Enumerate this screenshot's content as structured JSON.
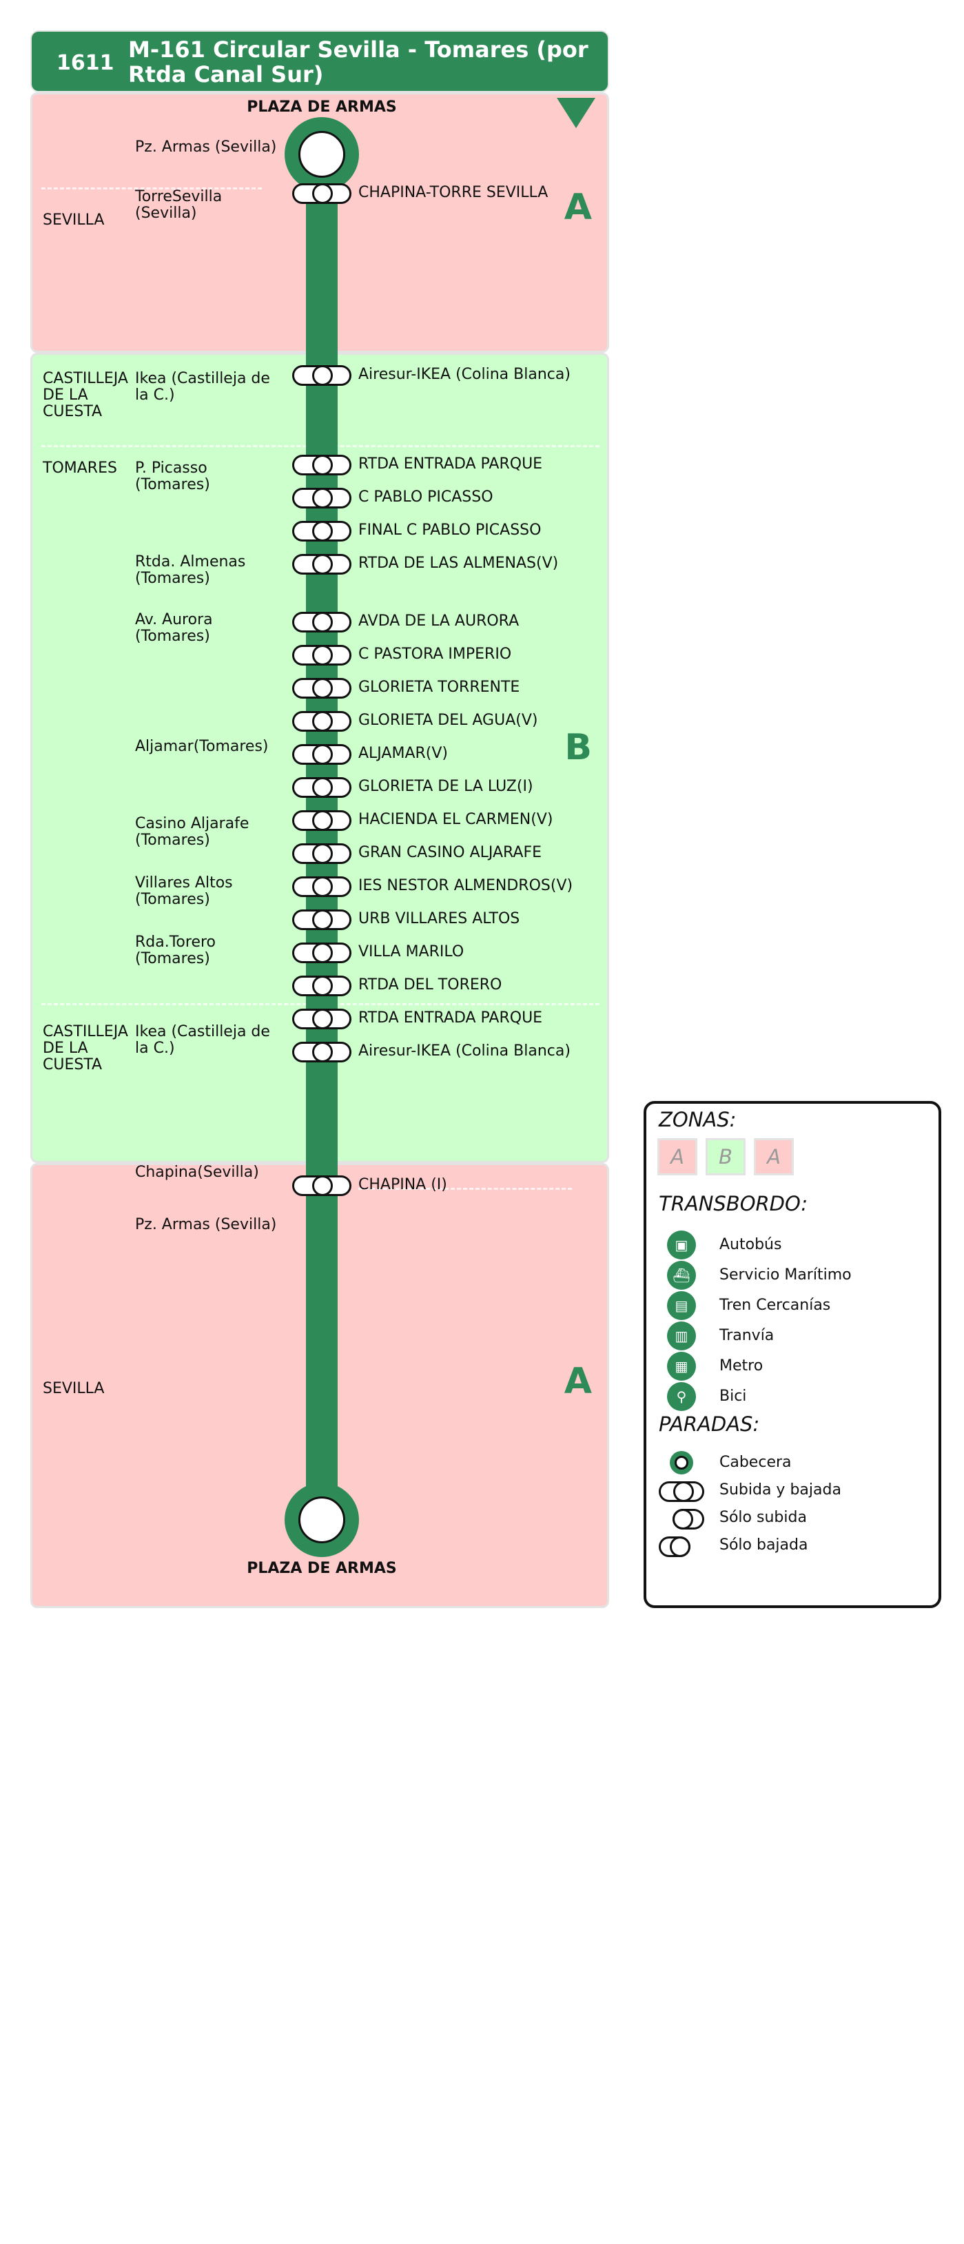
{
  "header": {
    "line_number": "1611",
    "line_title": "M-161 Circular Sevilla - Tomares (por Rtda Canal Sur)"
  },
  "colors": {
    "line": "#2e8b57",
    "zone_a": "#ffcccc",
    "zone_b": "#ccffcc"
  },
  "termini": {
    "start": "PLAZA DE ARMAS",
    "end": "PLAZA DE ARMAS"
  },
  "zones": {
    "a1": "A",
    "b": "B",
    "a2": "A"
  },
  "regions": [
    "SEVILLA",
    "CASTILLEJA DE LA CUESTA",
    "TOMARES",
    "CASTILLEJA DE LA CUESTA",
    "SEVILLA"
  ],
  "localities": [
    "Pz. Armas (Sevilla)",
    "TorreSevilla (Sevilla)",
    "Ikea (Castilleja de la C.)",
    "P. Picasso (Tomares)",
    "Rtda. Almenas (Tomares)",
    "Av. Aurora (Tomares)",
    "Aljamar(Tomares)",
    "Casino Aljarafe (Tomares)",
    "Villares Altos (Tomares)",
    "Rda.Torero (Tomares)",
    "Ikea (Castilleja de la C.)",
    "Chapina(Sevilla)",
    "Pz. Armas (Sevilla)"
  ],
  "stops": [
    "CHAPINA-TORRE SEVILLA",
    "Airesur-IKEA (Colina Blanca)",
    "RTDA  ENTRADA  PARQUE",
    "C  PABLO PICASSO",
    "FINAL C  PABLO PICASSO",
    "RTDA  DE LAS ALMENAS(V)",
    "AVDA DE LA AURORA",
    "C  PASTORA IMPERIO",
    "GLORIETA TORRENTE",
    "GLORIETA DEL AGUA(V)",
    "ALJAMAR(V)",
    "GLORIETA DE LA LUZ(I)",
    "HACIENDA EL CARMEN(V)",
    "GRAN CASINO ALJARAFE",
    "IES  NESTOR ALMENDROS(V)",
    "URB  VILLARES ALTOS",
    "VILLA MARILO",
    "RTDA  DEL TORERO",
    "RTDA  ENTRADA  PARQUE",
    "Airesur-IKEA (Colina Blanca)",
    "CHAPINA (I)"
  ],
  "legend": {
    "zones_heading": "ZONAS:",
    "zone_samples": [
      "A",
      "B",
      "A"
    ],
    "transfer_heading": "TRANSBORDO:",
    "transfers": [
      {
        "label": "Autobús",
        "icon": "bus-icon"
      },
      {
        "label": "Servicio Marítimo",
        "icon": "ferry-icon"
      },
      {
        "label": "Tren Cercanías",
        "icon": "train-icon"
      },
      {
        "label": "Tranvía",
        "icon": "tram-icon"
      },
      {
        "label": "Metro",
        "icon": "metro-icon"
      },
      {
        "label": "Bici",
        "icon": "bicycle-icon"
      }
    ],
    "stops_heading": "PARADAS:",
    "stop_types": [
      "Cabecera",
      "Subida y bajada",
      "Sólo subida",
      "Sólo bajada"
    ]
  }
}
